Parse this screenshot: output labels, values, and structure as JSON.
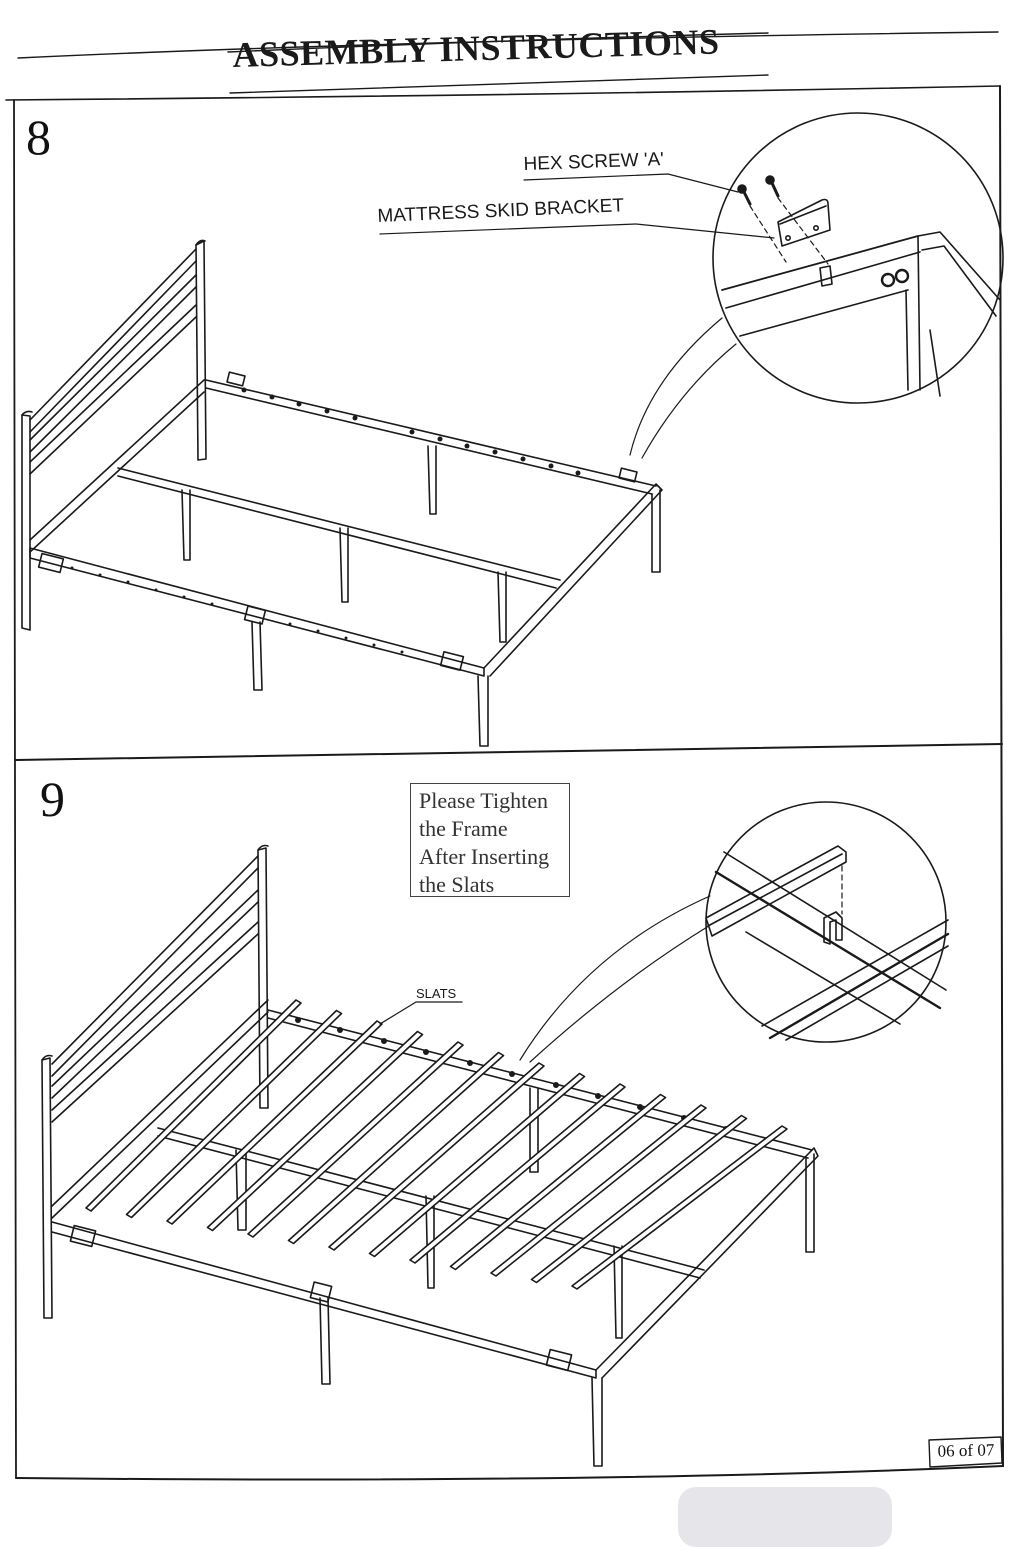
{
  "document": {
    "title": "ASSEMBLY INSTRUCTIONS",
    "page_indicator": "06 of 07"
  },
  "steps": [
    {
      "number": "8",
      "callouts": [
        {
          "label": "HEX SCREW 'A'"
        },
        {
          "label": "MATTRESS SKID BRACKET"
        }
      ],
      "detail": "Mattress skid bracket fastened to side rail with two hex screws"
    },
    {
      "number": "9",
      "note_lines": [
        "Please Tighten",
        "the Frame",
        "After Inserting",
        "the Slats"
      ],
      "callouts": [
        {
          "label": "SLATS"
        }
      ],
      "detail": "Slat end hooked onto mattress skid bracket"
    }
  ],
  "viewer": {
    "bottom_pill": "viewer-page-pill"
  },
  "colors": {
    "ink": "#1a1a1a",
    "paper": "#ffffff",
    "pill": "#e6e6ea"
  }
}
